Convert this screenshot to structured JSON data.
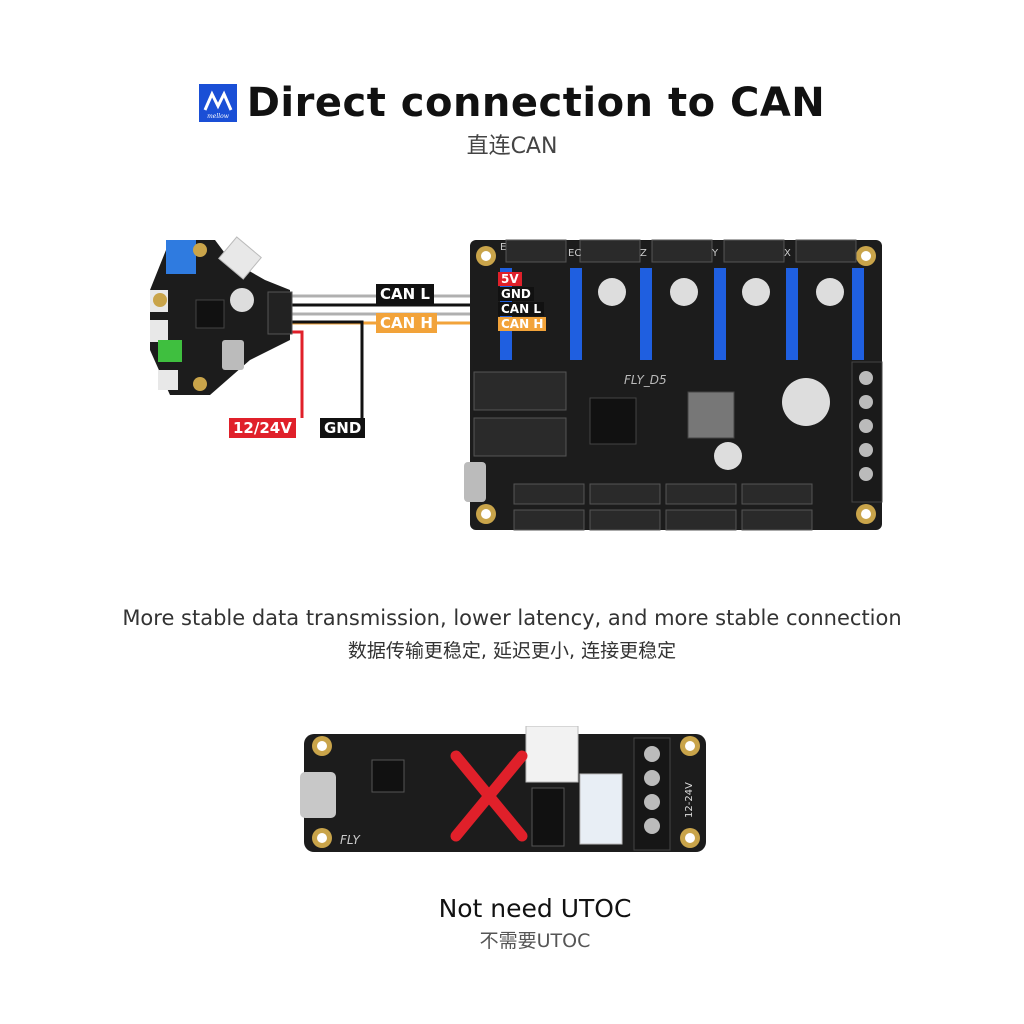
{
  "header": {
    "title": "Direct connection to CAN",
    "subtitle": "直连CAN",
    "logo_text": "mellow"
  },
  "diagram": {
    "wire_labels": {
      "can_l": "CAN L",
      "can_h": "CAN H",
      "power": "12/24V",
      "gnd": "GND"
    },
    "pin_labels": {
      "v5": "5V",
      "gnd": "GND",
      "can_l": "CAN L",
      "can_h": "CAN H"
    },
    "board_label": "FLY_D5",
    "axis_labels": [
      "E",
      "EC",
      "Z",
      "Y",
      "X"
    ],
    "utoc_board_label": "FLY",
    "utoc_voltage": "12-24V",
    "colors": {
      "wire_gray": "#b0b0b0",
      "wire_orange": "#f2a33a",
      "wire_red": "#e0202a",
      "wire_black": "#111111",
      "board": "#1c1c1c",
      "driver_blue": "#1f5fe0"
    }
  },
  "captions": {
    "main_en": "More stable data transmission, lower latency, and more stable connection",
    "main_cn": "数据传输更稳定, 延迟更小, 连接更稳定"
  },
  "utoc": {
    "title": "Not need UTOC",
    "subtitle": "不需要UTOC"
  }
}
